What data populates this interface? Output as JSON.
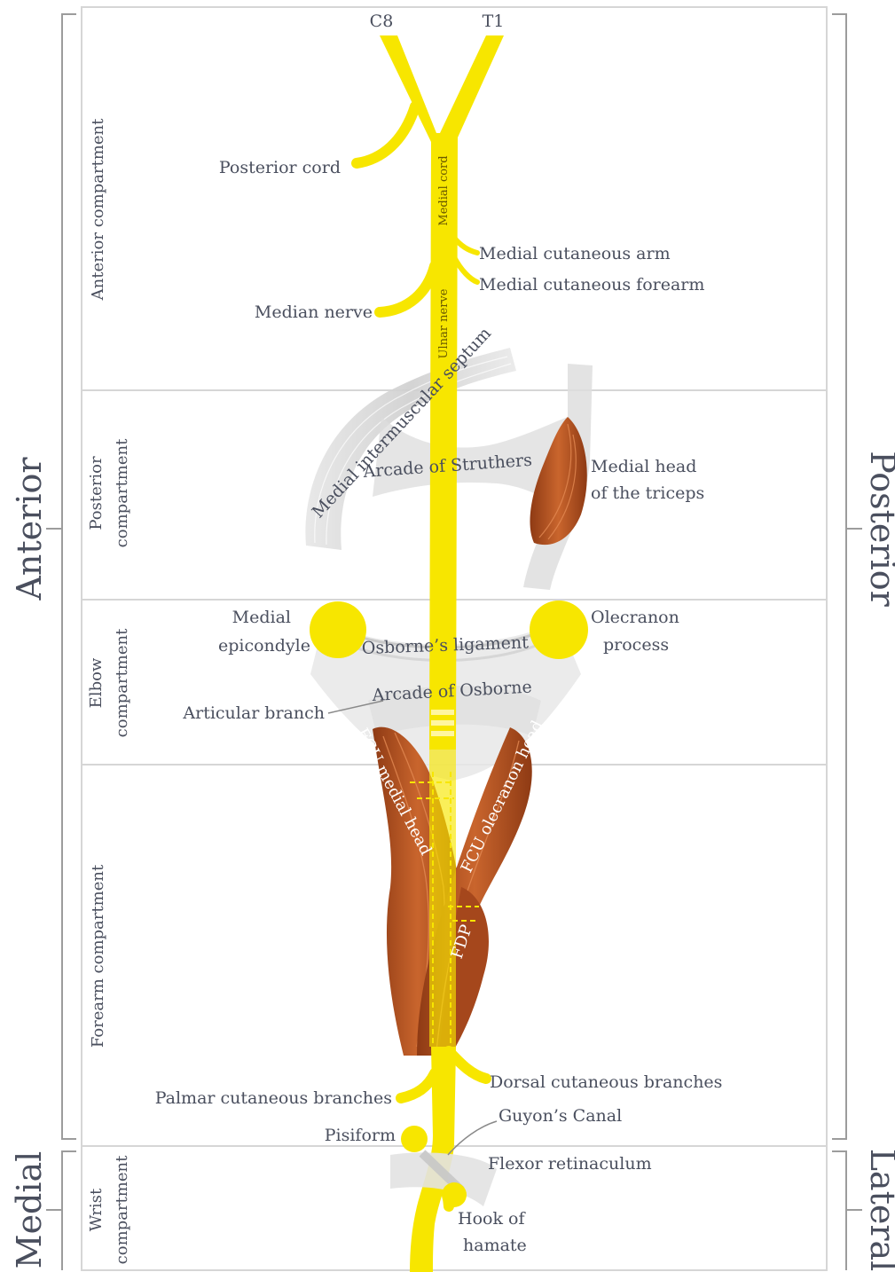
{
  "sides": {
    "left": "Anterior",
    "right": "Posterior",
    "left_bottom": "Medial",
    "right_bottom": "Lateral"
  },
  "compartments": [
    {
      "id": "anterior",
      "lines": [
        "Anterior compartment"
      ]
    },
    {
      "id": "posterior",
      "lines": [
        "Posterior",
        "compartment"
      ]
    },
    {
      "id": "elbow",
      "lines": [
        "Elbow",
        "compartment"
      ]
    },
    {
      "id": "forearm",
      "lines": [
        "Forearm compartment"
      ]
    },
    {
      "id": "wrist",
      "lines": [
        "Wrist",
        "compartment"
      ]
    }
  ],
  "roots": {
    "c8": "C8",
    "t1": "T1"
  },
  "nerve_labels": {
    "medial_cord": "Medial cord",
    "ulnar_nerve": "Ulnar nerve"
  },
  "labels": {
    "posterior_cord": "Posterior cord",
    "medial_cutaneous_arm": "Medial cutaneous arm",
    "medial_cutaneous_forearm": "Medial cutaneous forearm",
    "median_nerve": "Median nerve",
    "medial_intermuscular_septum": "Medial intermuscular septum",
    "arcade_of_struthers": "Arcade of Struthers",
    "medial_head_triceps_1": "Medial head",
    "medial_head_triceps_2": "of the triceps",
    "medial_epicondyle_1": "Medial",
    "medial_epicondyle_2": "epicondyle",
    "osbornes_ligament": "Osborne’s ligament",
    "olecranon_1": "Olecranon",
    "olecranon_2": "process",
    "arcade_of_osborne": "Arcade of Osborne",
    "articular_branch": "Articular branch",
    "fcu_medial_head": "FCU medial head",
    "fcu_olecranon_head": "FCU olecranon head",
    "fdp": "FDP",
    "dorsal_cutaneous": "Dorsal cutaneous branches",
    "palmar_cutaneous": "Palmar cutaneous branches",
    "guyons_canal": "Guyon’s Canal",
    "pisiform": "Pisiform",
    "flexor_retinaculum": "Flexor retinaculum",
    "hook_of_hamate_1": "Hook of",
    "hook_of_hamate_2": "hamate"
  },
  "colors": {
    "nerve": "#f7e600",
    "muscle": "#b8501e",
    "fascia": "#d8d8d8",
    "text": "#4a4f5e",
    "frame": "#c8c8c8"
  }
}
